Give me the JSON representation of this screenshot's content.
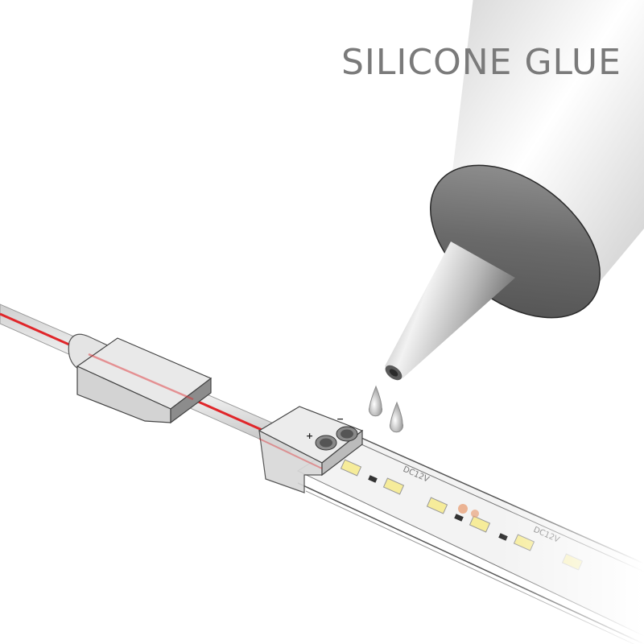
{
  "title": "SILICONE GLUE",
  "illustration": {
    "subject": "Silicone glue tube dispensing droplets onto an LED strip end-cap connector",
    "components": [
      "glue-tube",
      "nozzle",
      "glue-droplets",
      "cable",
      "cable-clip",
      "end-cap-connector",
      "led-strip"
    ],
    "connector_labels": {
      "plus": "+",
      "minus": "−"
    },
    "strip_labels": [
      "DC12V",
      "DC12V"
    ],
    "colors": {
      "title": "#7a7a7a",
      "tube_body": "#e6e6e6",
      "tube_cap": "#6e6e6e",
      "nozzle": "#a8a8a8",
      "wire_red": "#e0262a",
      "led_yellow": "#f6ec9a",
      "pad_orange": "#e8a27a"
    }
  }
}
